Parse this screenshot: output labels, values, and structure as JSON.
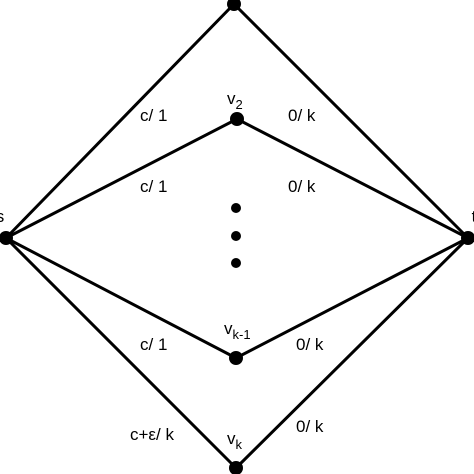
{
  "nodes": {
    "v1": {
      "label": ""
    },
    "v2": {
      "label": "v",
      "sub": "2"
    },
    "s": {
      "label": "s"
    },
    "t": {
      "label": "t"
    },
    "vk1": {
      "label": "v",
      "sub": "k-1"
    },
    "vk": {
      "label": "v",
      "sub": "k"
    }
  },
  "edges": {
    "s_v1": {
      "label": "c/ 1"
    },
    "v1_t": {
      "label": "0/ k"
    },
    "s_v2": {
      "label": "c/ 1"
    },
    "v2_t": {
      "label": "0/ k"
    },
    "s_vk1": {
      "label": "c/ 1"
    },
    "vk1_t": {
      "label": "0/ k"
    },
    "s_vk": {
      "label": "c+ε/ k"
    },
    "vk_t": {
      "label": "0/ k"
    }
  },
  "ellipsis": {
    "dots": 3
  }
}
